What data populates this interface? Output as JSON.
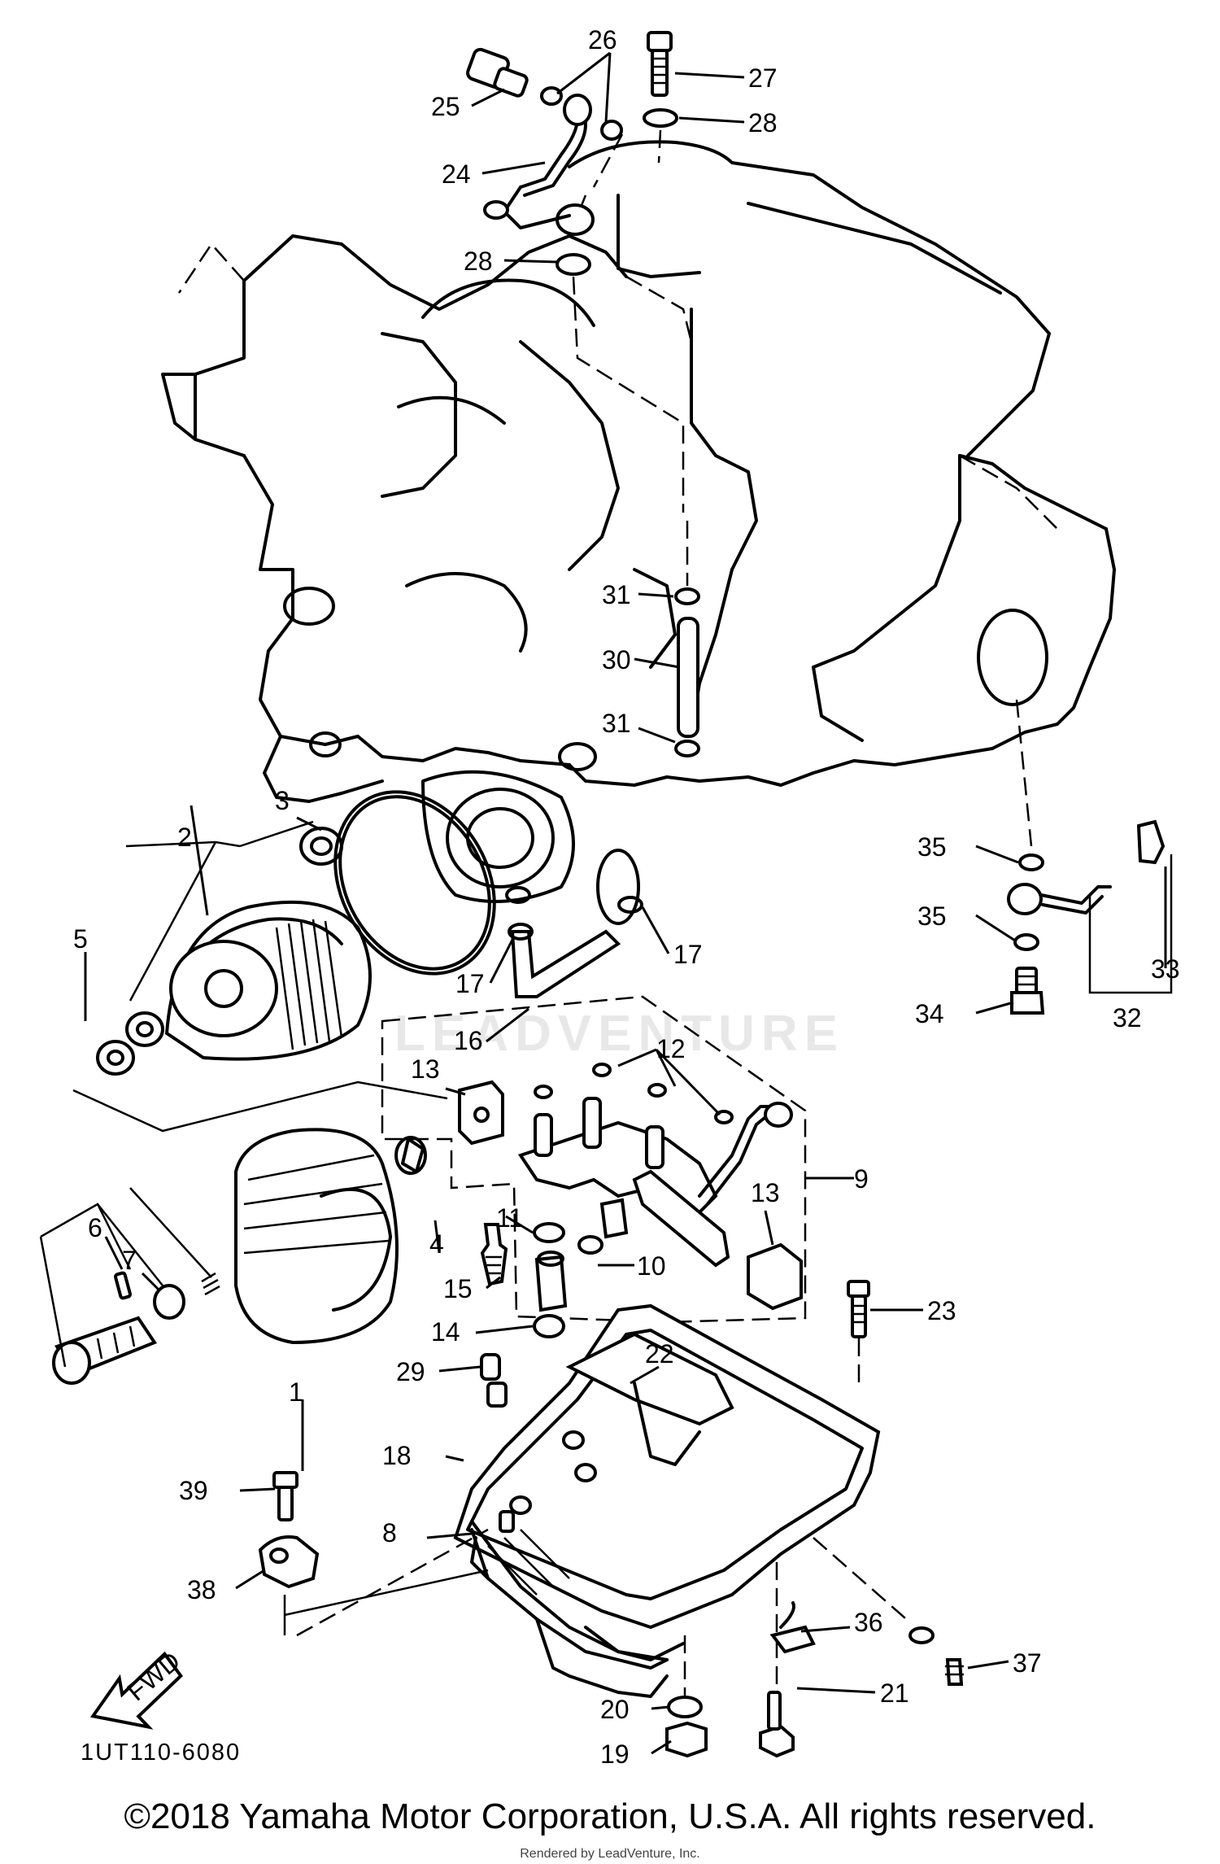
{
  "diagram": {
    "part_numbers": [
      "1",
      "2",
      "3",
      "4",
      "5",
      "6",
      "7",
      "8",
      "9",
      "10",
      "11",
      "12",
      "13",
      "13",
      "14",
      "15",
      "16",
      "17",
      "17",
      "18",
      "19",
      "20",
      "21",
      "22",
      "23",
      "24",
      "25",
      "26",
      "27",
      "28",
      "28",
      "29",
      "30",
      "31",
      "31",
      "32",
      "33",
      "34",
      "35",
      "35",
      "36",
      "37",
      "38",
      "39"
    ],
    "direction_arrow_label": "FWD",
    "drawing_code": "1UT110-6080",
    "watermark": "LEADVENTURE"
  },
  "footer": {
    "copyright": "©2018 Yamaha Motor Corporation, U.S.A. All rights reserved.",
    "render_credit": "Rendered by LeadVenture, Inc."
  }
}
